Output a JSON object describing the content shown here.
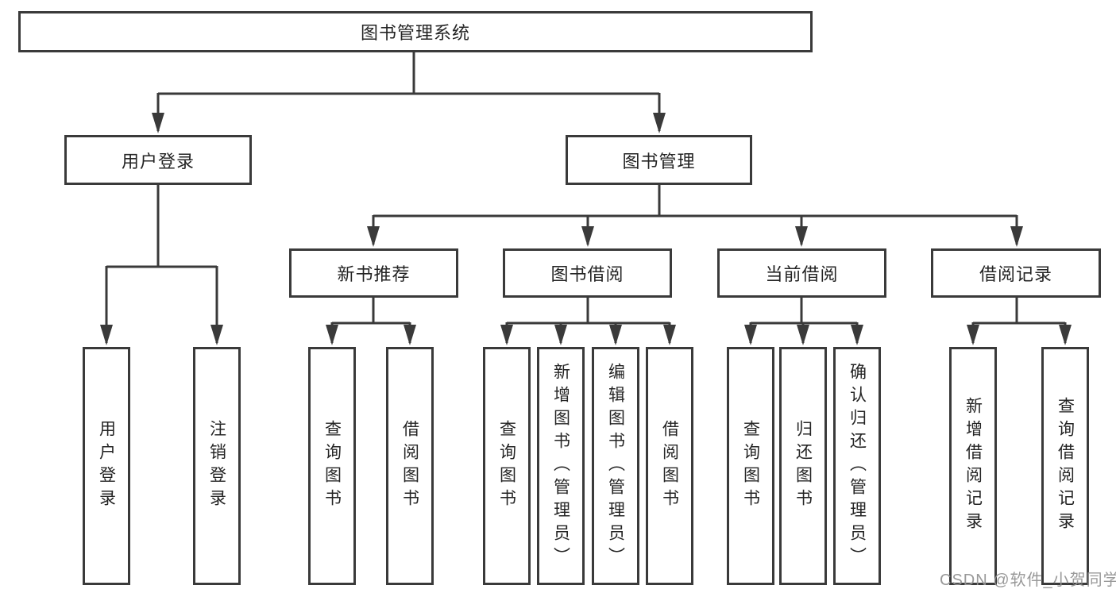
{
  "diagram": {
    "root_label": "图书管理系统",
    "user_login": {
      "label": "用户登录",
      "children": [
        {
          "label": "用户登录"
        },
        {
          "label": "注销登录"
        }
      ]
    },
    "book_management": {
      "label": "图书管理",
      "sections": [
        {
          "label": "新书推荐",
          "children": [
            {
              "label": "查询图书"
            },
            {
              "label": "借阅图书"
            }
          ]
        },
        {
          "label": "图书借阅",
          "children": [
            {
              "label": "查询图书"
            },
            {
              "label": "新增图书（管理员）"
            },
            {
              "label": "编辑图书（管理员）"
            },
            {
              "label": "借阅图书"
            }
          ]
        },
        {
          "label": "当前借阅",
          "children": [
            {
              "label": "查询图书"
            },
            {
              "label": "归还图书"
            },
            {
              "label": "确认归还（管理员）"
            }
          ]
        },
        {
          "label": "借阅记录",
          "children": [
            {
              "label": "新增借阅记录"
            },
            {
              "label": "查询借阅记录"
            }
          ]
        }
      ]
    }
  },
  "watermark": {
    "text": "CSDN @软件_小贺同学"
  },
  "colors": {
    "line": "#3a3a3a",
    "text": "#242424",
    "background": "#ffffff",
    "watermark": "#949494"
  }
}
